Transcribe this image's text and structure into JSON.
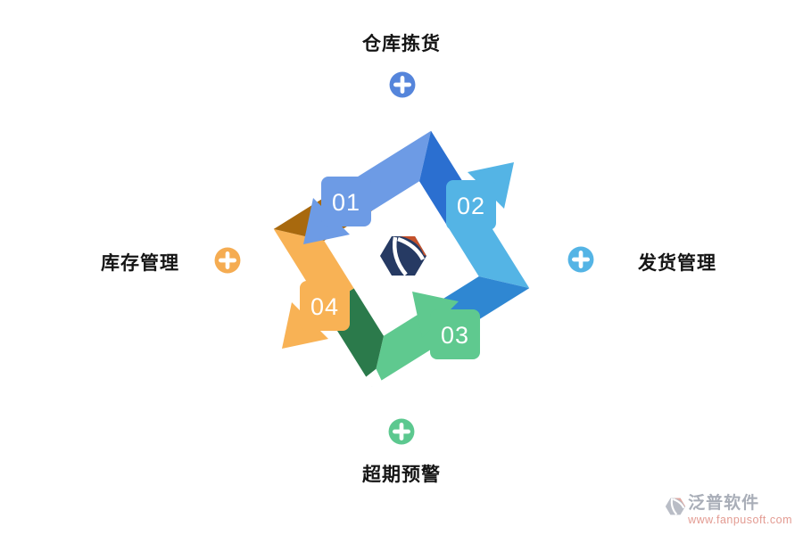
{
  "nodes": {
    "top": {
      "label": "仓库拣货",
      "plus_color": "#5585DB"
    },
    "right": {
      "label": "发货管理",
      "plus_color": "#54B4E5"
    },
    "bottom": {
      "label": "超期预警",
      "plus_color": "#5CC88F"
    },
    "left": {
      "label": "库存管理",
      "plus_color": "#F5AC52"
    }
  },
  "ring": {
    "items": [
      {
        "number": "01",
        "color": "#6D9BE5",
        "fold_color": "#2B6FD0"
      },
      {
        "number": "02",
        "color": "#54B4E5",
        "fold_color": "#2F87D2"
      },
      {
        "number": "03",
        "color": "#5FC98F",
        "fold_color": "#2B7A4B"
      },
      {
        "number": "04",
        "color": "#F8B255",
        "fold_color": "#A8690E"
      }
    ]
  },
  "logo": {
    "navy": "#263A63",
    "red": "#C4512B"
  },
  "watermark": {
    "brand": "泛普软件",
    "url": "www.fanpusoft.com",
    "gray": "#B9BDC6",
    "salmon": "#E4A79E"
  }
}
